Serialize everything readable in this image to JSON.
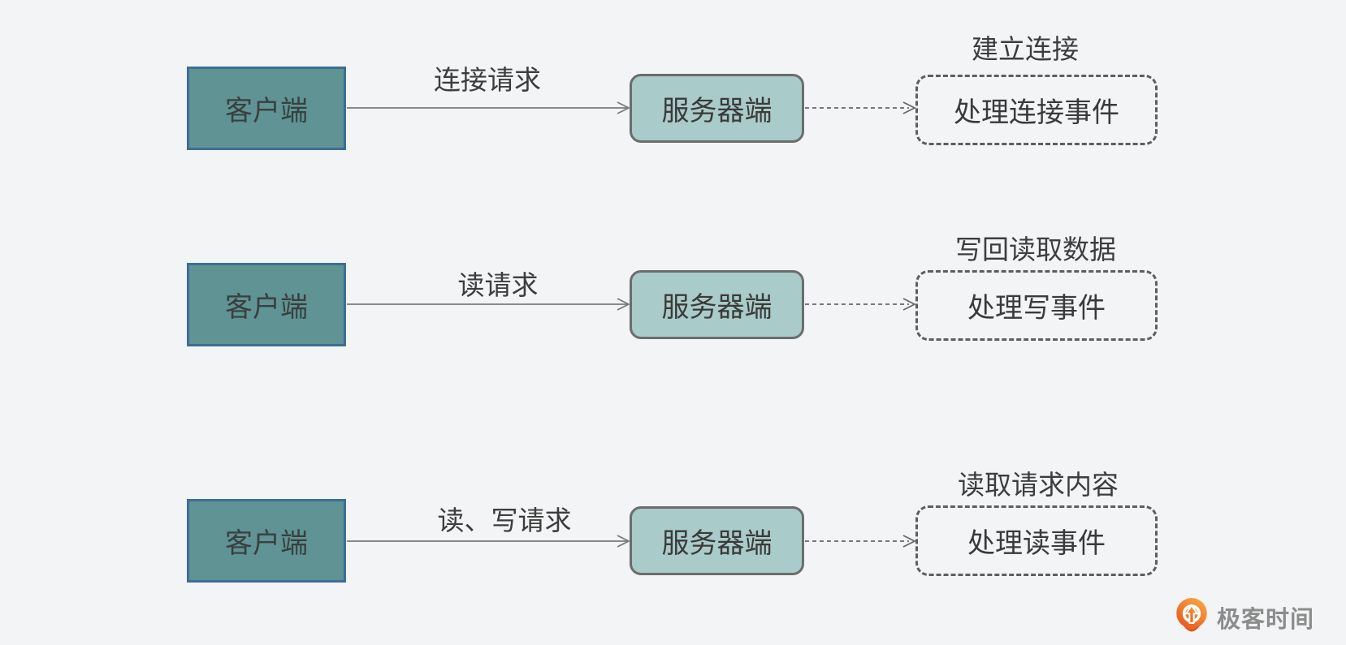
{
  "background_color": "#f2f4f5",
  "colors": {
    "client_fill": "#5f9394",
    "client_border": "#3d6e96",
    "server_fill": "#a9cbc9",
    "server_border": "#6c6c6c",
    "arrow_line": "#7a7a7a",
    "dashed_border": "#5e5e5e",
    "diagram_text": "#3a3a3a",
    "logo_text_color": "#8c8c8c",
    "logo_orange_light": "#f9a845",
    "logo_orange_dark": "#e7541b"
  },
  "rows": [
    {
      "client_label": "客户端",
      "request_label": "连接请求",
      "server_label": "服务器端",
      "event_title": "建立连接",
      "handler_label": "处理连接事件"
    },
    {
      "client_label": "客户端",
      "request_label": "读请求",
      "server_label": "服务器端",
      "event_title": "写回读取数据",
      "handler_label": "处理写事件"
    },
    {
      "client_label": "客户端",
      "request_label": "读、写请求",
      "server_label": "服务器端",
      "event_title": "读取请求内容",
      "handler_label": "处理读事件"
    }
  ],
  "logo": {
    "icon": "geektime-pin-icon",
    "text": "极客时间"
  }
}
